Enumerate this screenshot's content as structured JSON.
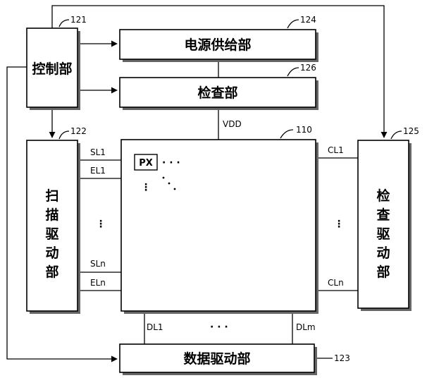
{
  "blocks": {
    "control": {
      "label": "控制部",
      "ref": "121"
    },
    "power": {
      "label": "电源供给部",
      "ref": "124"
    },
    "inspection": {
      "label": "检查部",
      "ref": "126"
    },
    "scan_driver": {
      "label": "扫描驱动部",
      "ref": "122"
    },
    "panel": {
      "ref": "110",
      "pixel_label": "PX"
    },
    "inspect_driver": {
      "label": "检查驱动部",
      "ref": "125"
    },
    "data_driver": {
      "label": "数据驱动部",
      "ref": "123"
    }
  },
  "signals": {
    "vdd": "VDD",
    "sl1": "SL1",
    "el1": "EL1",
    "sln": "SLn",
    "eln": "ELn",
    "cl1": "CL1",
    "cln": "CLn",
    "dl1": "DL1",
    "dlm": "DLm"
  },
  "ellipsis_h": "· · ·",
  "ellipsis_v": "⋮"
}
